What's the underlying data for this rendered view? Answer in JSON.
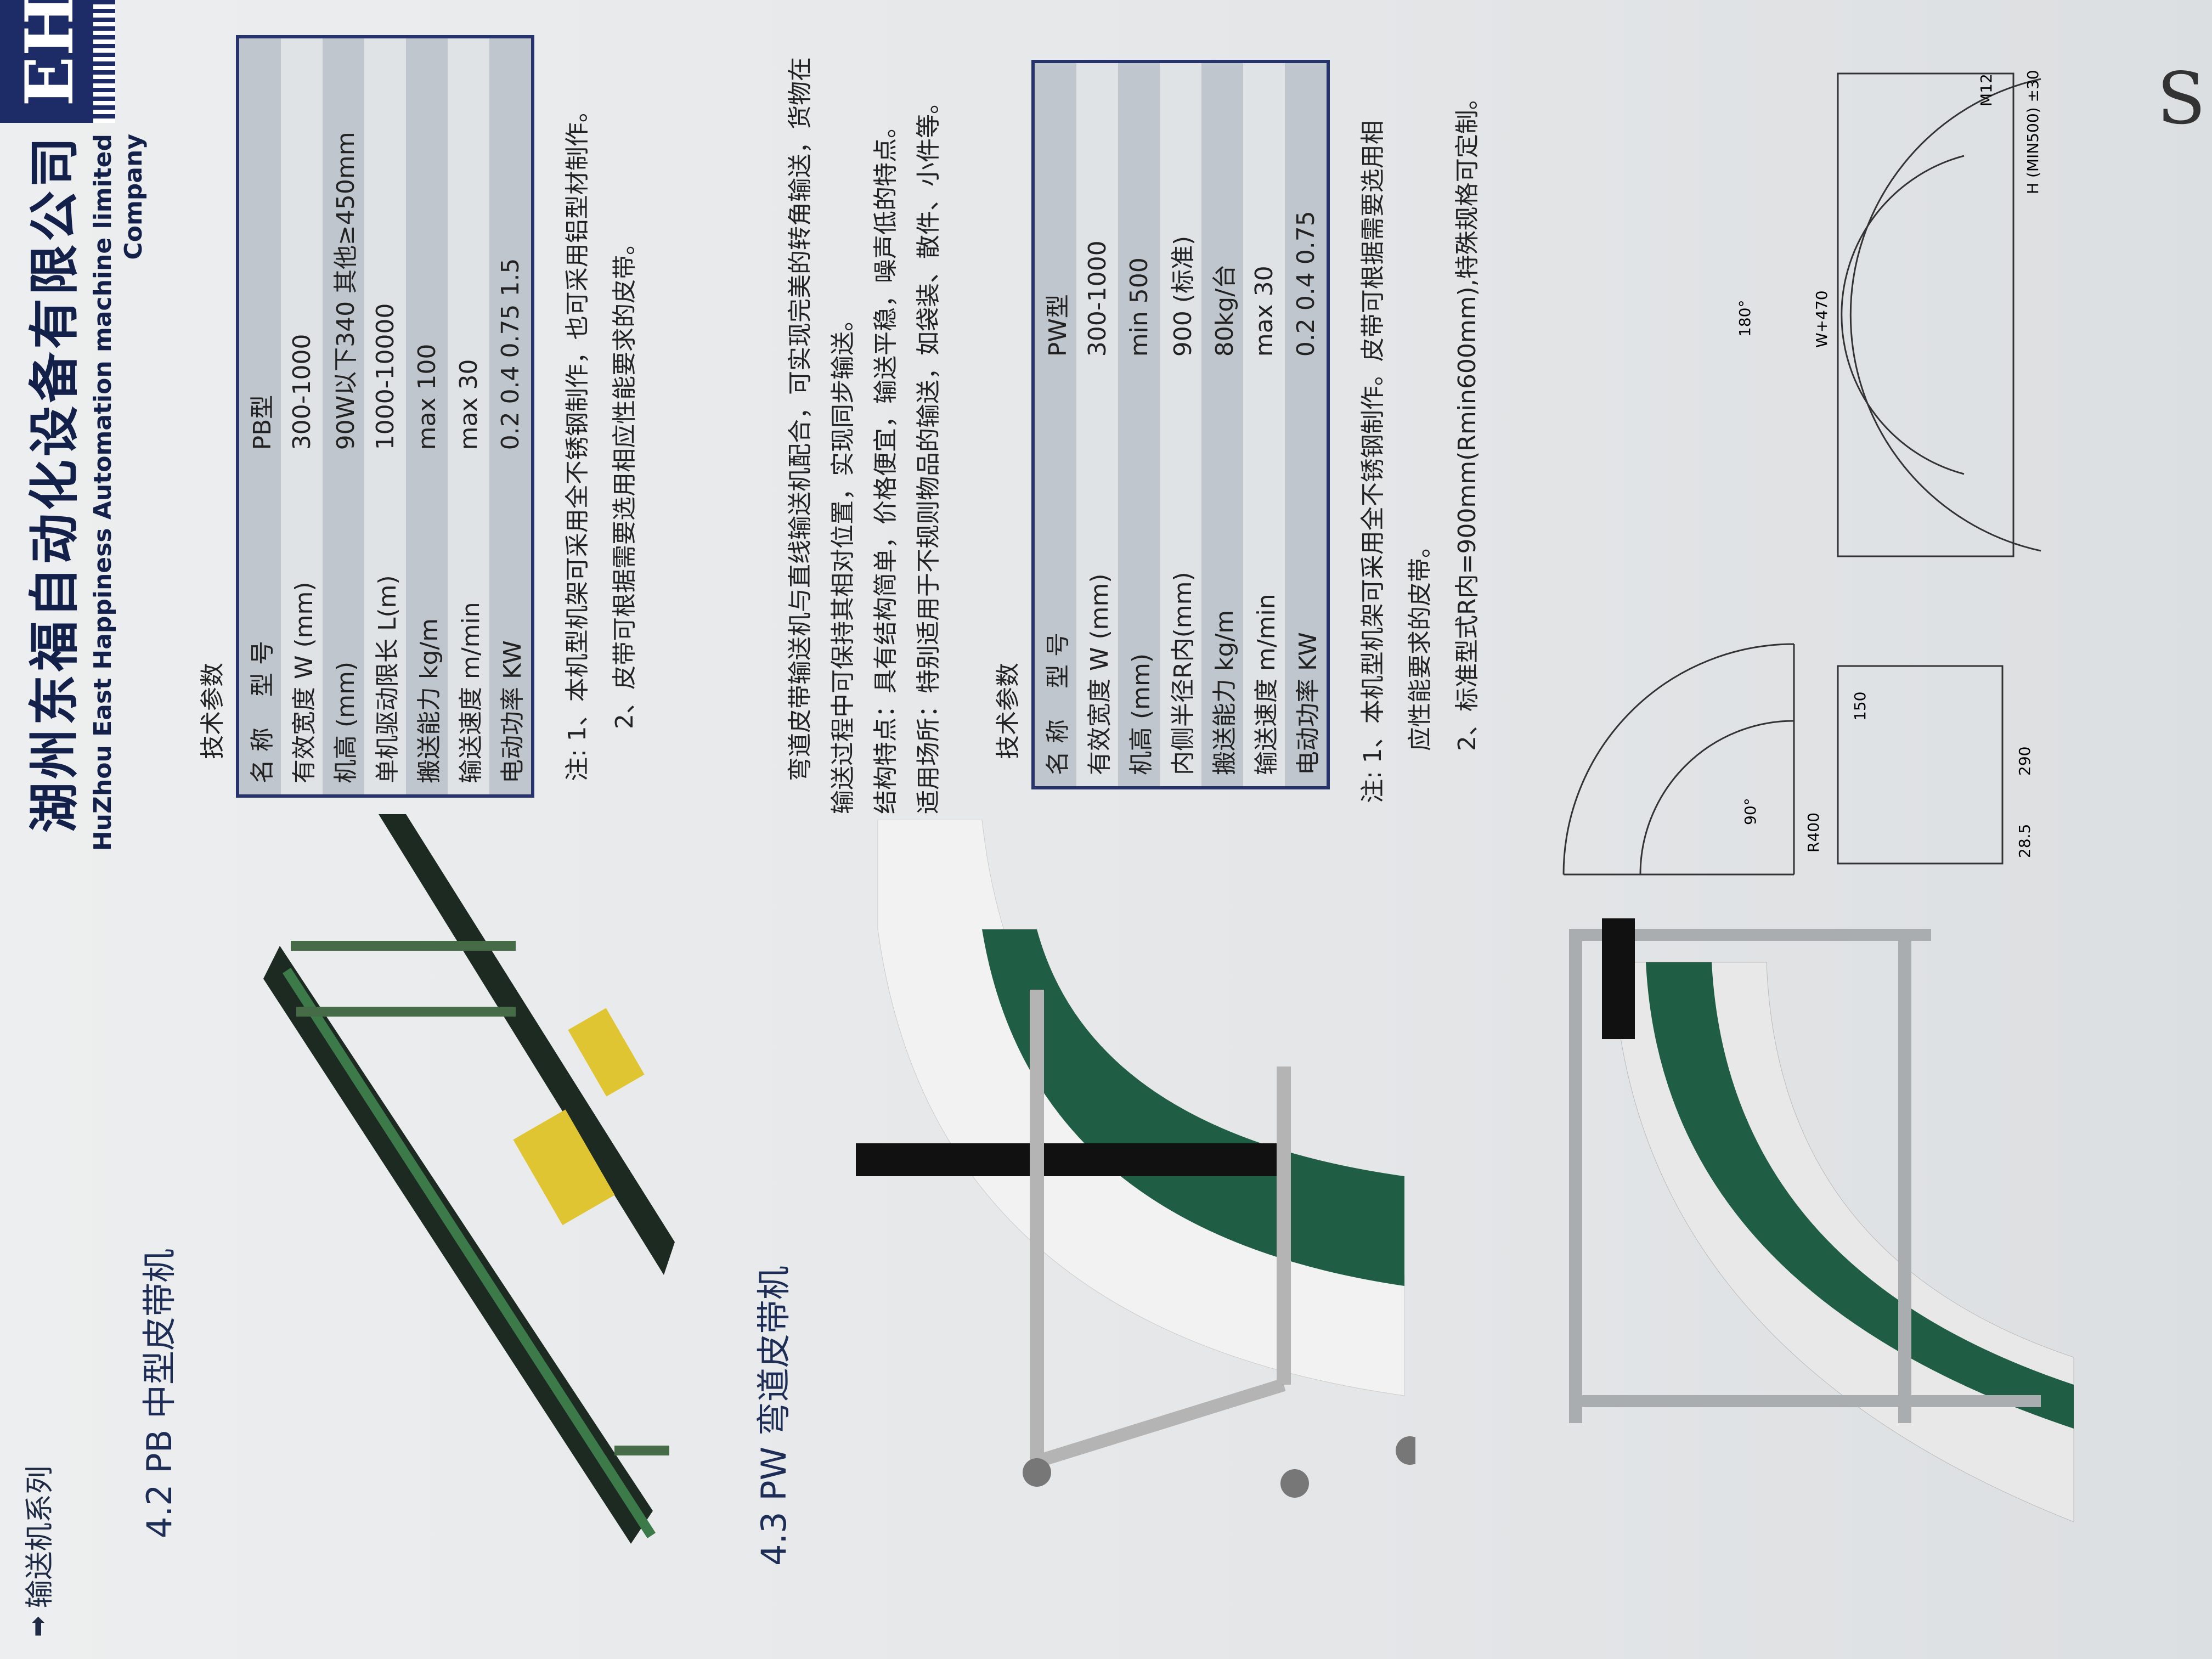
{
  "header": {
    "series": "输送机系列",
    "company_cn": "湖州东福自动化设备有限公司",
    "company_en": "HuZhou East Happiness Automation machine limited Company",
    "logo_text": "EH"
  },
  "pb": {
    "title": "4.2 PB 中型皮带机",
    "spec_caption": "技术参数",
    "header_name": "名 称",
    "header_model": "型 号",
    "model": "PB型",
    "rows": [
      {
        "name": "有效宽度 W (mm)",
        "value": "300-1000"
      },
      {
        "name": "机高 (mm)",
        "value": "90W以下340  其他≥450mm"
      },
      {
        "name": "单机驱动限长 L(m)",
        "value": "1000-10000"
      },
      {
        "name": "搬送能力 kg/m",
        "value": "max 100"
      },
      {
        "name": "输送速度 m/min",
        "value": "max 30"
      },
      {
        "name": "电动功率 KW",
        "value": "0.2  0.4  0.75  1.5"
      }
    ],
    "notes": [
      "注: 1、本机型机架可采用全不锈钢制作，也可采用铝型材制作。",
      "2、皮带可根据需要选用相应性能要求的皮带。"
    ]
  },
  "pw": {
    "title": "4.3 PW 弯道皮带机",
    "intro": [
      "弯道皮带输送机与直线输送机配合，可实现完美的转角输送，货物在",
      "输送过程中可保持其相对位置，实现同步输送。",
      "结构特点：具有结构简单，价格便宜，输送平稳，噪声低的特点。",
      "适用场所：特别适用于不规则物品的输送，如袋装、散件、小件等。"
    ],
    "spec_caption": "技术参数",
    "header_name": "名 称",
    "header_model": "型 号",
    "model": "PW型",
    "rows": [
      {
        "name": "有效宽度 W (mm)",
        "value": "300-1000"
      },
      {
        "name": "机高 (mm)",
        "value": "min 500"
      },
      {
        "name": "内侧半径R内(mm)",
        "value": "900 (标准)"
      },
      {
        "name": "搬送能力 kg/m",
        "value": "80kg/台"
      },
      {
        "name": "输送速度 m/min",
        "value": "max 30"
      },
      {
        "name": "电动功率 KW",
        "value": "0.2  0.4  0.75"
      }
    ],
    "notes": [
      "注: 1、本机型机架可采用全不锈钢制作。皮带可根据需要选用相",
      "应性能要求的皮带。",
      "2、标准型式R内=900mm(Rmin600mm),特殊规格可定制。"
    ]
  },
  "drawings": {
    "labels": [
      "90°",
      "180°",
      "R400",
      "W+470",
      "H (MIN500) ±30",
      "M12",
      "290",
      "150",
      "28.5"
    ]
  },
  "handwriting": "S"
}
